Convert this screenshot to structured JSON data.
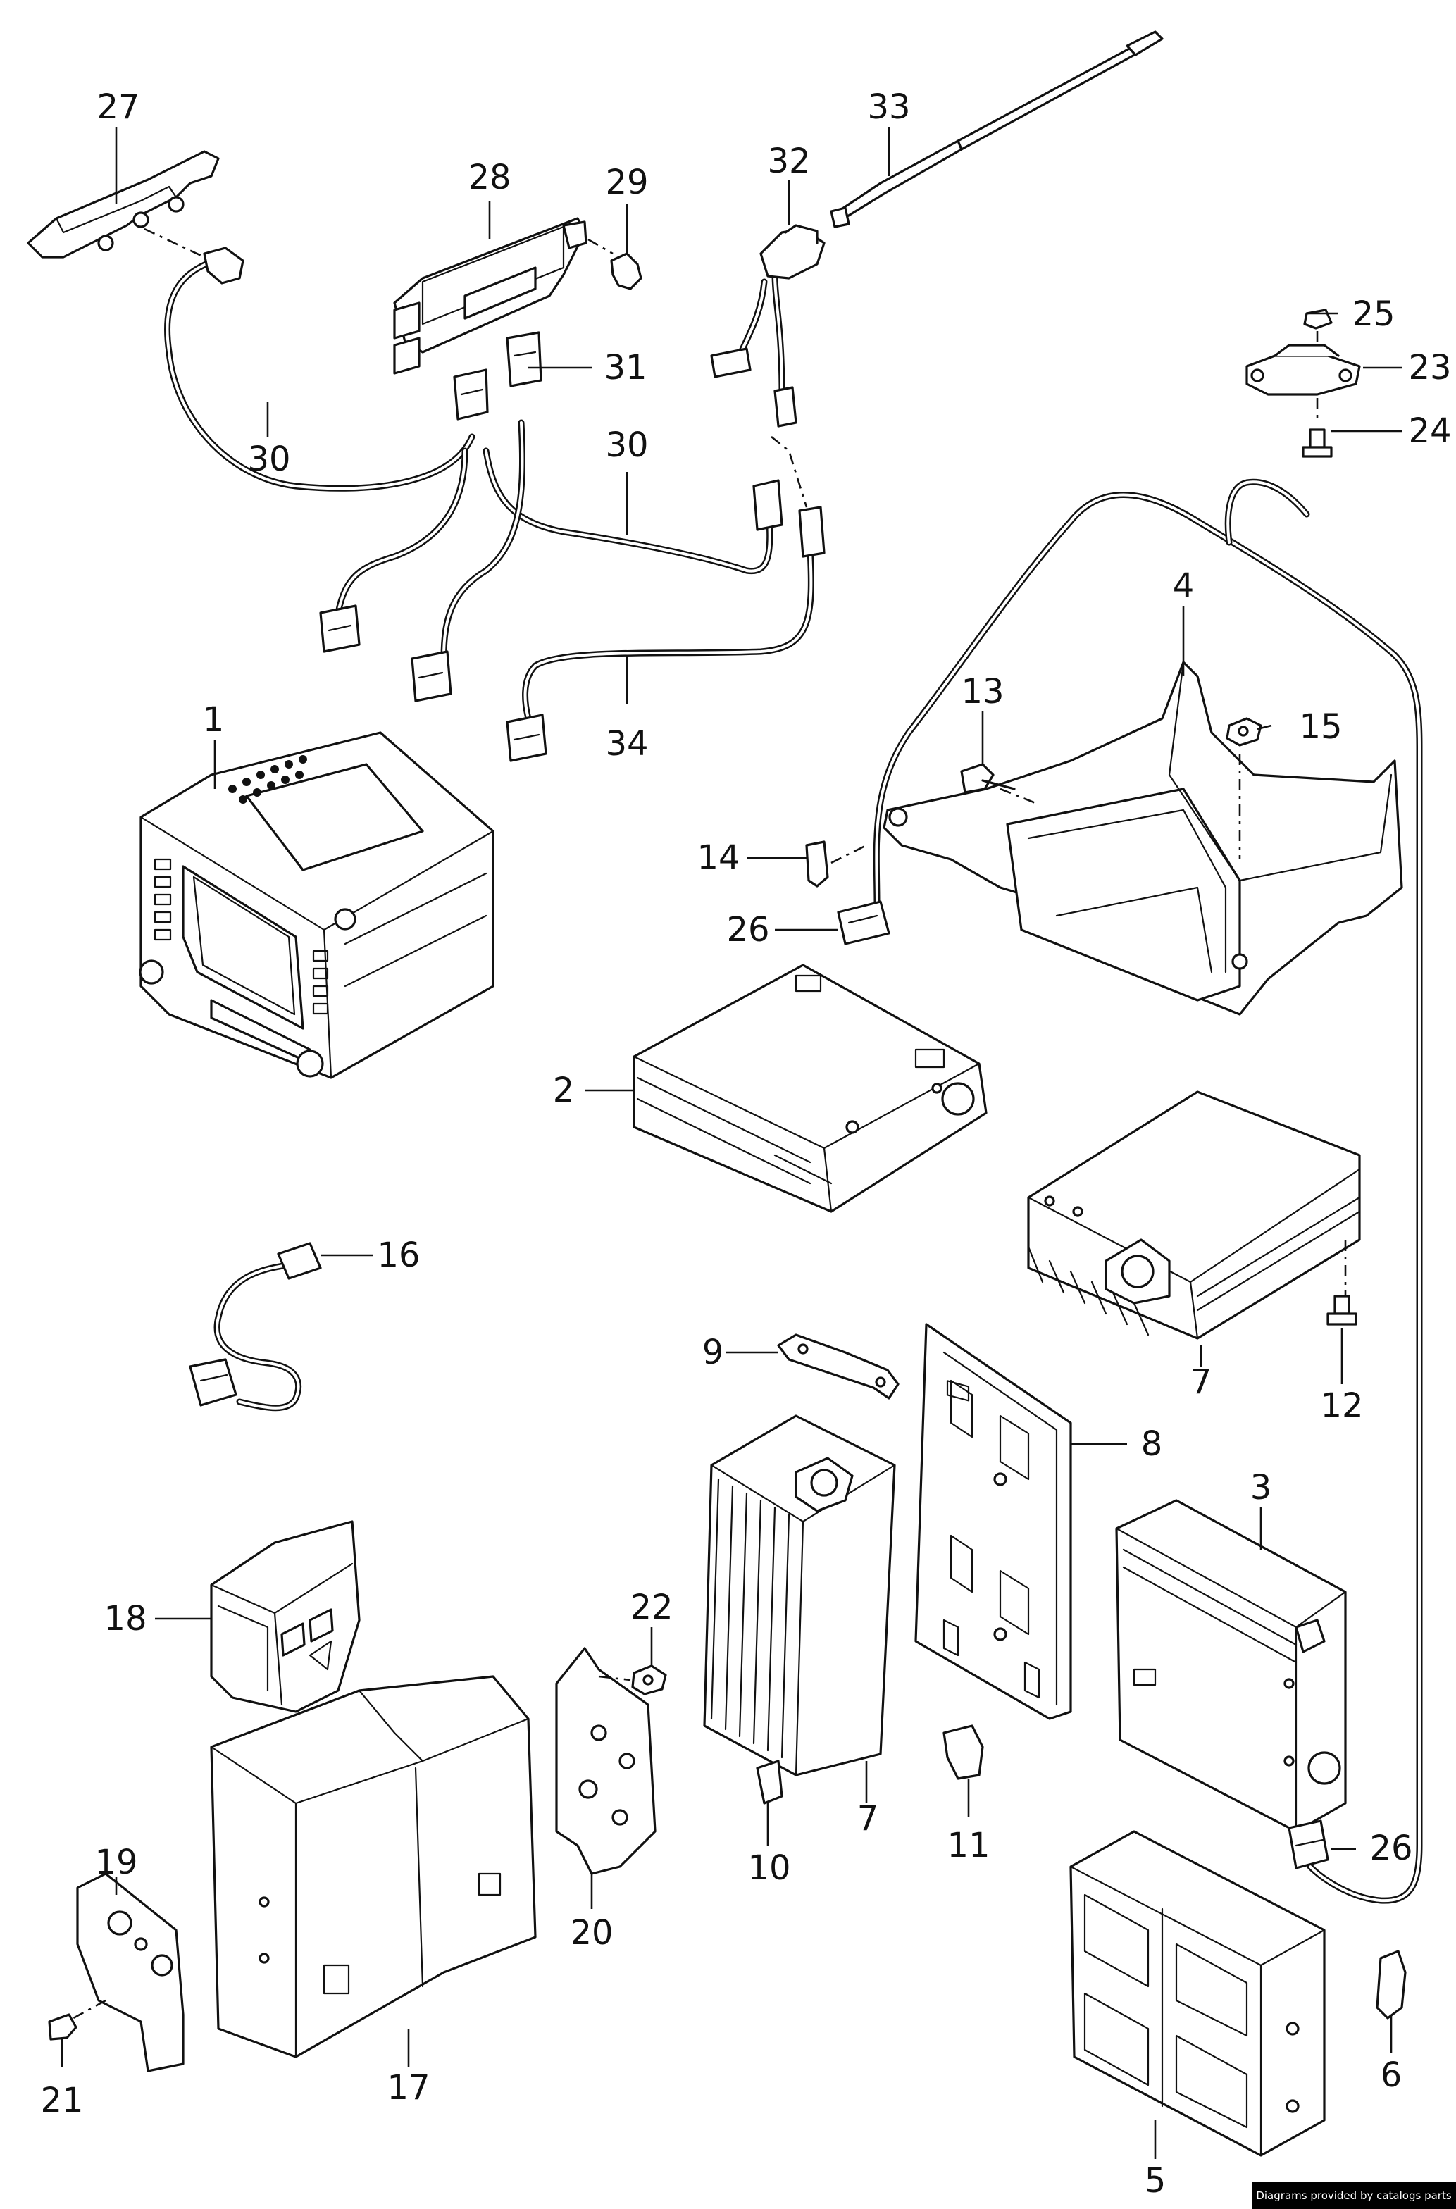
{
  "callouts": [
    {
      "id": "1",
      "label": "1"
    },
    {
      "id": "2",
      "label": "2"
    },
    {
      "id": "3",
      "label": "3"
    },
    {
      "id": "4",
      "label": "4"
    },
    {
      "id": "5",
      "label": "5"
    },
    {
      "id": "6",
      "label": "6"
    },
    {
      "id": "7a",
      "label": "7"
    },
    {
      "id": "7b",
      "label": "7"
    },
    {
      "id": "8",
      "label": "8"
    },
    {
      "id": "9",
      "label": "9"
    },
    {
      "id": "10",
      "label": "10"
    },
    {
      "id": "11",
      "label": "11"
    },
    {
      "id": "12",
      "label": "12"
    },
    {
      "id": "13",
      "label": "13"
    },
    {
      "id": "14",
      "label": "14"
    },
    {
      "id": "15",
      "label": "15"
    },
    {
      "id": "16",
      "label": "16"
    },
    {
      "id": "17",
      "label": "17"
    },
    {
      "id": "18",
      "label": "18"
    },
    {
      "id": "19",
      "label": "19"
    },
    {
      "id": "20",
      "label": "20"
    },
    {
      "id": "21",
      "label": "21"
    },
    {
      "id": "22",
      "label": "22"
    },
    {
      "id": "23",
      "label": "23"
    },
    {
      "id": "24",
      "label": "24"
    },
    {
      "id": "25",
      "label": "25"
    },
    {
      "id": "26a",
      "label": "26"
    },
    {
      "id": "26b",
      "label": "26"
    },
    {
      "id": "27",
      "label": "27"
    },
    {
      "id": "28",
      "label": "28"
    },
    {
      "id": "29",
      "label": "29"
    },
    {
      "id": "30a",
      "label": "30"
    },
    {
      "id": "30b",
      "label": "30"
    },
    {
      "id": "31",
      "label": "31"
    },
    {
      "id": "32",
      "label": "32"
    },
    {
      "id": "33",
      "label": "33"
    },
    {
      "id": "34",
      "label": "34"
    }
  ],
  "footer": {
    "credit": "Diagrams provided by catalogs parts"
  }
}
